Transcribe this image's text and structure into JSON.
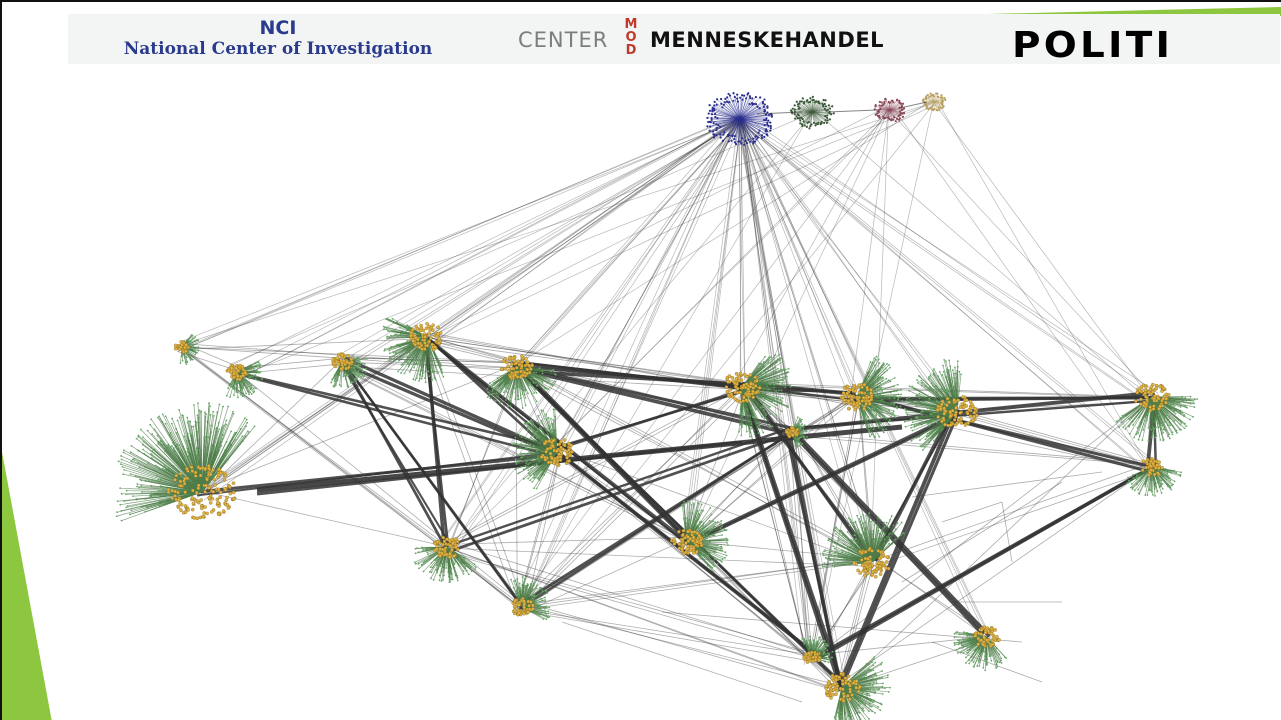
{
  "header": {
    "nci_abbr": "NCI",
    "nci_full": "National Center of Investigation",
    "center_word": "CENTER",
    "mod_letters": [
      "M",
      "O",
      "D"
    ],
    "menneskehandel_word": "MENNESKEHANDEL",
    "politi_word": "POLITI"
  },
  "colors": {
    "accent_green": "#8dc63f",
    "nci_blue": "#2a3a8c",
    "mod_red": "#c0392b",
    "hub_node": "#e3b341",
    "leaf_node": "#4e7d4a",
    "top_cluster_1": "#2b2f8f",
    "top_cluster_2": "#3c5a3a",
    "top_cluster_3": "#8a4a5a",
    "top_cluster_4": "#b8a060",
    "edge": "#333333"
  },
  "diagram": {
    "type": "network-graph",
    "top_clusters": 4,
    "hub_clusters": 20
  }
}
